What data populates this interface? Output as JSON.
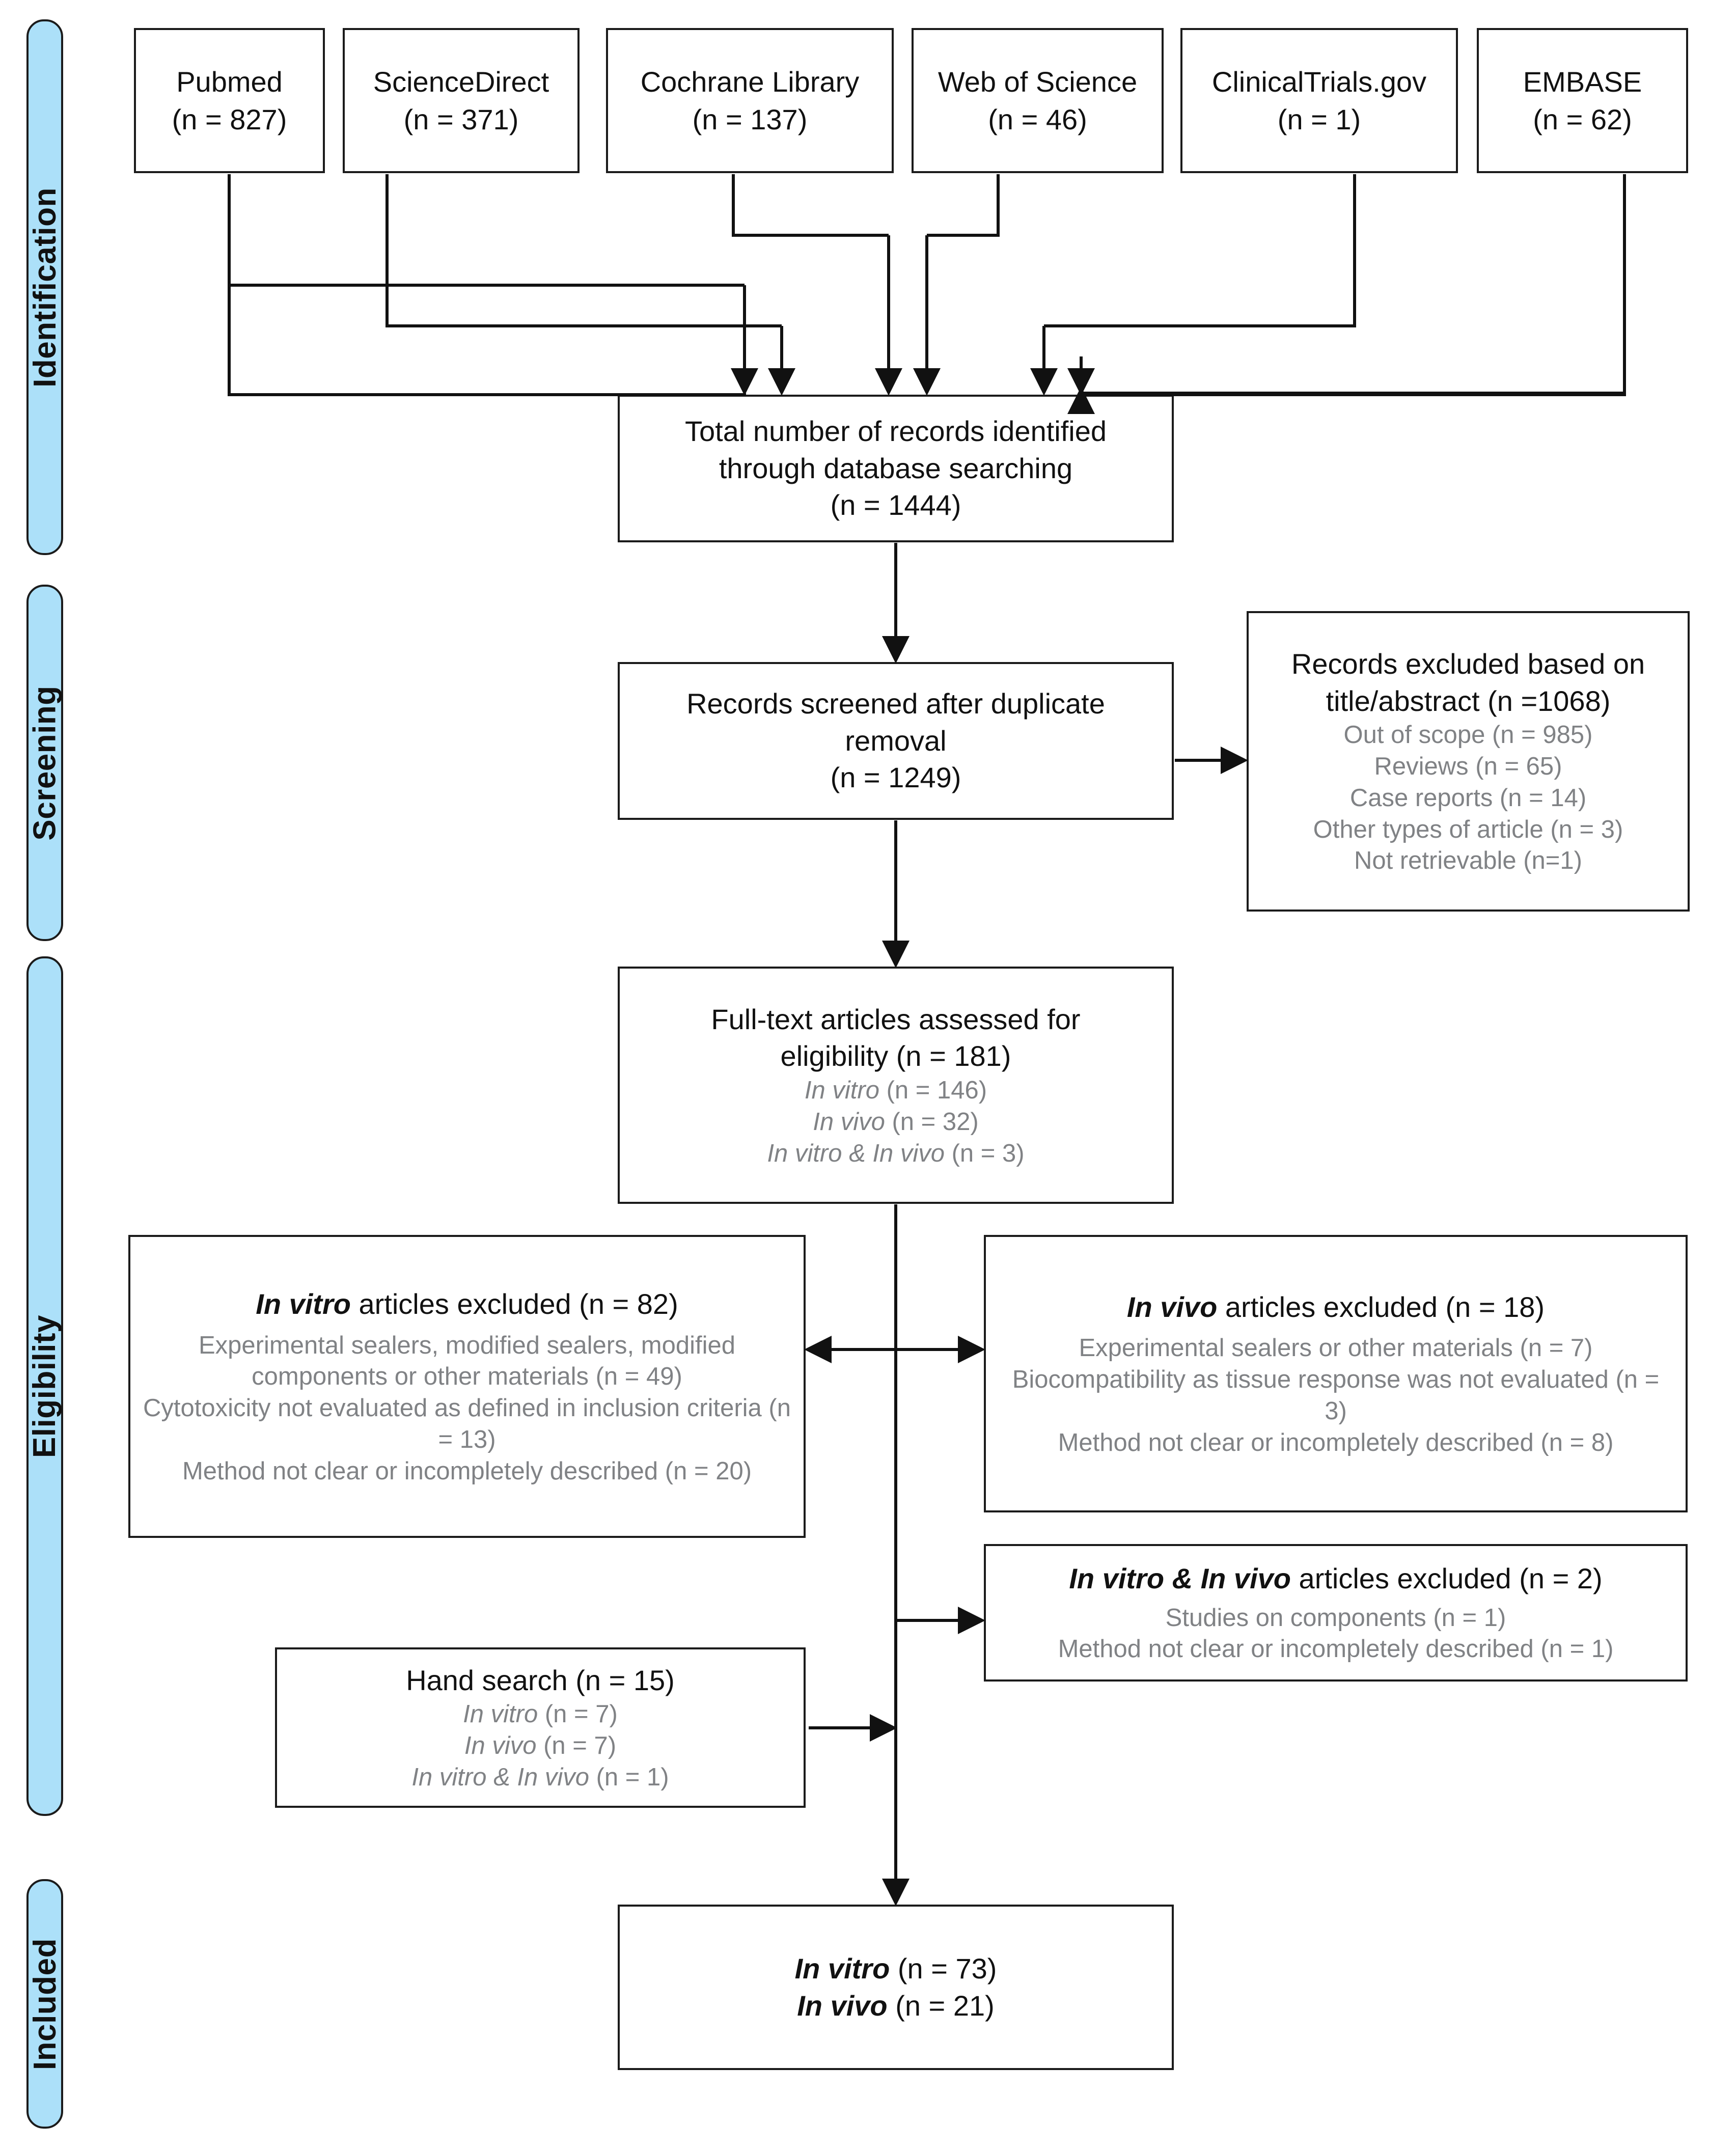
{
  "diagram": {
    "type": "prisma-flow-diagram",
    "title": "PRISMA study selection flow diagram",
    "accent_color": "#ACE0F9",
    "line_color": "#1b1b1b",
    "muted_text_color": "#808285"
  },
  "phases": [
    {
      "id": "identification",
      "label": "Identification"
    },
    {
      "id": "screening",
      "label": "Screening"
    },
    {
      "id": "eligibility",
      "label": "Eligibility"
    },
    {
      "id": "included",
      "label": "Included"
    }
  ],
  "sources": [
    {
      "name": "Pubmed",
      "count": "(n = 827)"
    },
    {
      "name": "ScienceDirect",
      "count": "(n = 371)"
    },
    {
      "name": "Cochrane Library",
      "count": "(n = 137)"
    },
    {
      "name": "Web of Science",
      "count": "(n = 46)"
    },
    {
      "name": "ClinicalTrials.gov",
      "count": "(n = 1)"
    },
    {
      "name": "EMBASE",
      "count": "(n = 62)"
    }
  ],
  "identified": {
    "line1": "Total number of records identified",
    "line2": "through database searching",
    "line3": "(n = 1444)"
  },
  "screened": {
    "line1": "Records screened after duplicate",
    "line2": "removal",
    "line3": "(n = 1249)"
  },
  "excluded_title_abstract": {
    "heading_line1": "Records excluded based on",
    "heading_line2": "title/abstract (n =1068)",
    "reasons": [
      "Out of scope (n = 985)",
      "Reviews (n = 65)",
      "Case reports (n = 14)",
      "Other types of article (n = 3)",
      "Not retrievable (n=1)"
    ]
  },
  "fulltext": {
    "heading_line1": "Full-text articles assessed for",
    "heading_line2": "eligibility (n = 181)",
    "breakdown": [
      {
        "italic": "In vitro",
        "rest": " (n = 146)"
      },
      {
        "italic": "In vivo",
        "rest": " (n = 32)"
      },
      {
        "italic": "In vitro & In vivo",
        "rest": " (n = 3)"
      }
    ]
  },
  "excluded_in_vitro": {
    "heading_italic": "In vitro",
    "heading_rest": " articles excluded (n = 82)",
    "reasons": [
      "Experimental sealers, modified sealers, modified components or other materials (n = 49)",
      "Cytotoxicity not evaluated as defined in inclusion criteria (n = 13)",
      "Method not clear or incompletely described (n = 20)"
    ]
  },
  "excluded_in_vivo": {
    "heading_italic": "In vivo",
    "heading_rest": " articles excluded (n = 18)",
    "reasons": [
      "Experimental sealers or other materials (n = 7)",
      "Biocompatibility as tissue response was not evaluated (n = 3)",
      "Method not clear or incompletely described (n = 8)"
    ]
  },
  "excluded_in_vitro_vivo": {
    "heading_italic": "In vitro & In vivo",
    "heading_rest": " articles excluded (n = 2)",
    "reasons": [
      "Studies on components (n = 1)",
      "Method not clear or incompletely described (n = 1)"
    ]
  },
  "hand_search": {
    "heading": "Hand search (n = 15)",
    "breakdown": [
      {
        "italic": "In vitro",
        "rest": " (n = 7)"
      },
      {
        "italic": "In vivo",
        "rest": " (n = 7)"
      },
      {
        "italic": "In vitro & In vivo",
        "rest": " (n = 1)"
      }
    ]
  },
  "included": {
    "rows": [
      {
        "italic": "In vitro",
        "rest": " (n = 73)"
      },
      {
        "italic": "In vivo",
        "rest": " (n = 21)"
      }
    ]
  }
}
